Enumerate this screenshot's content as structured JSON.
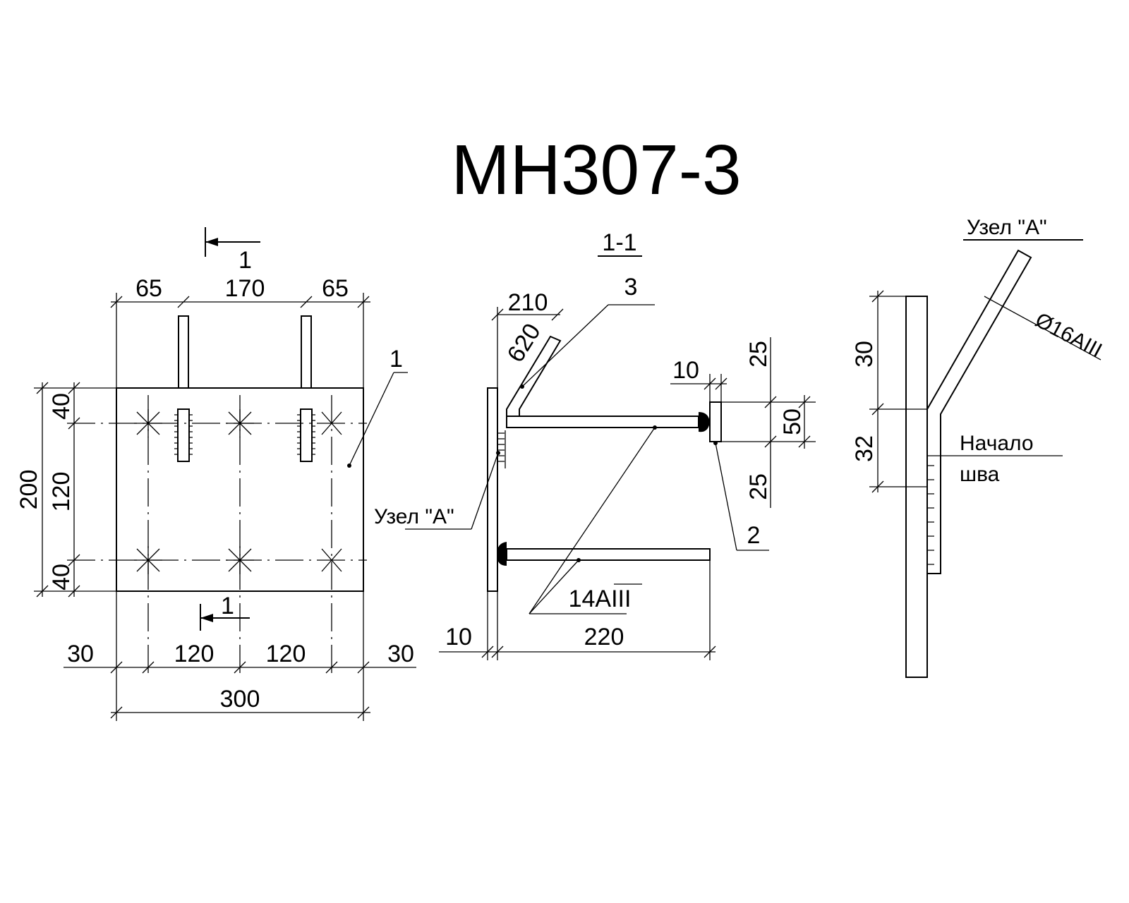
{
  "title": "МН307-3",
  "plan": {
    "section_mark_top": "1",
    "section_mark_bottom": "1",
    "leader_plate": "1",
    "dims_top": [
      "65",
      "170",
      "65"
    ],
    "dims_left": {
      "overall": "200",
      "top": "40",
      "middle": "120",
      "bottom": "40"
    },
    "dims_bottom": [
      "30",
      "120",
      "120",
      "30"
    ],
    "dim_overall": "300"
  },
  "section": {
    "title": "1-1",
    "leader_anchor": "3",
    "dim_210": "210",
    "dim_620": "620",
    "dim_10_top": "10",
    "dim_25_top": "25",
    "dim_50": "50",
    "dim_25_bottom": "25",
    "leader_plate2": "2",
    "node_label": "Узел \"А\"",
    "rebar_label": "14AIII",
    "dim_10_bottom": "10",
    "dim_220": "220"
  },
  "detail": {
    "title": "Узел \"А\"",
    "rebar_label": "Ø16AIII",
    "dim_30": "30",
    "dim_32": "32",
    "weld_start_line1": "Начало",
    "weld_start_line2": "шва"
  }
}
